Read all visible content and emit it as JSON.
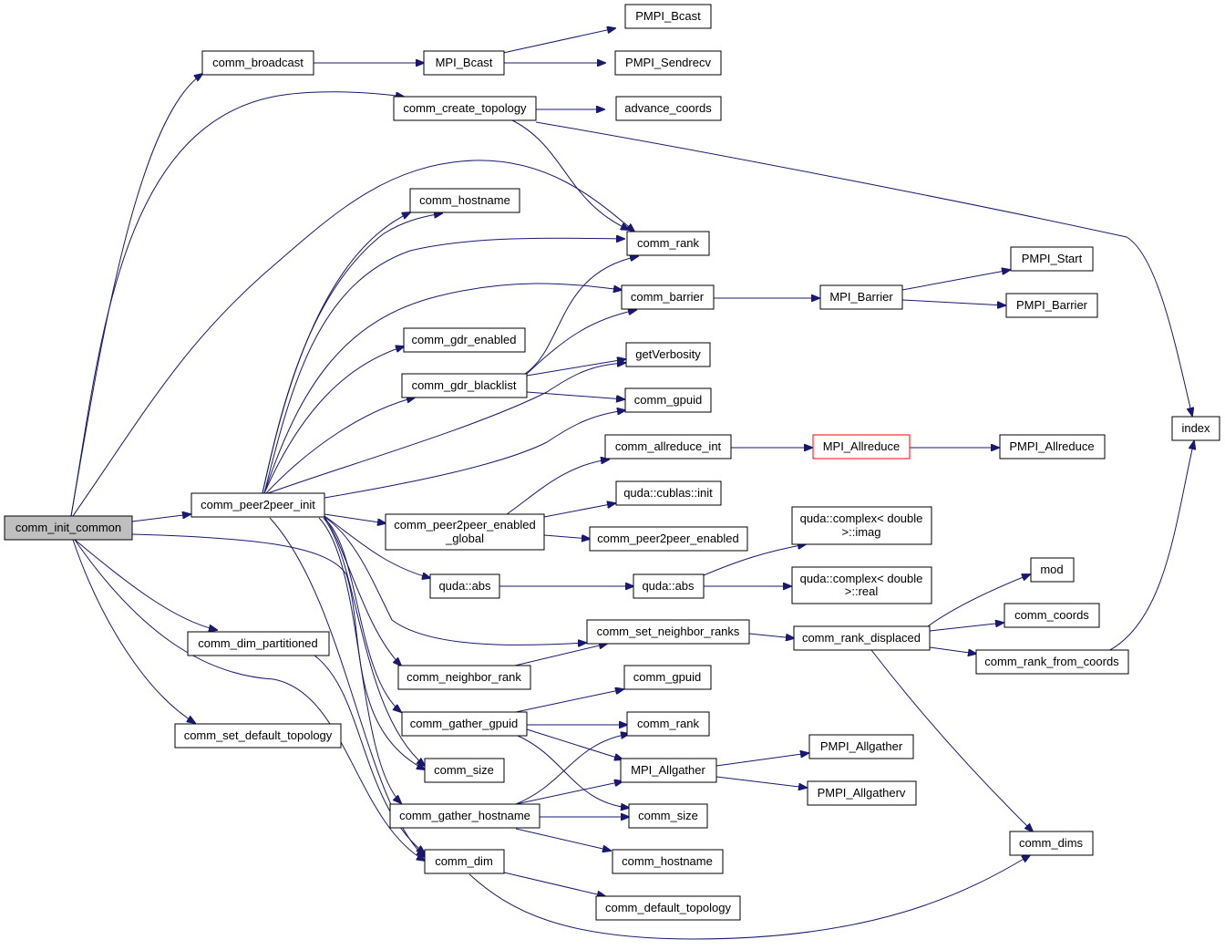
{
  "nodes": {
    "comm_init_common": "comm_init_common",
    "comm_broadcast": "comm_broadcast",
    "MPI_Bcast": "MPI_Bcast",
    "PMPI_Bcast": "PMPI_Bcast",
    "PMPI_Sendrecv": "PMPI_Sendrecv",
    "comm_create_topology": "comm_create_topology",
    "advance_coords": "advance_coords",
    "index": "index",
    "comm_hostname_a": "comm_hostname",
    "comm_rank_a": "comm_rank",
    "comm_barrier": "comm_barrier",
    "MPI_Barrier": "MPI_Barrier",
    "PMPI_Start": "PMPI_Start",
    "PMPI_Barrier": "PMPI_Barrier",
    "comm_gdr_enabled": "comm_gdr_enabled",
    "comm_gdr_blacklist": "comm_gdr_blacklist",
    "getVerbosity": "getVerbosity",
    "comm_gpuid_a": "comm_gpuid",
    "comm_allreduce_int": "comm_allreduce_int",
    "MPI_Allreduce": "MPI_Allreduce",
    "PMPI_Allreduce": "PMPI_Allreduce",
    "comm_peer2peer_init": "comm_peer2peer_init",
    "quda_cublas_init": "quda::cublas::init",
    "comm_peer2peer_enabled_global_1": "comm_peer2peer_enabled",
    "comm_peer2peer_enabled_global_2": "_global",
    "comm_peer2peer_enabled": "comm_peer2peer_enabled",
    "complex_imag_1": "quda::complex< double",
    "complex_imag_2": ">::imag",
    "quda_abs_a": "quda::abs",
    "quda_abs_b": "quda::abs",
    "complex_real_1": "quda::complex< double",
    "complex_real_2": ">::real",
    "mod": "mod",
    "comm_coords": "comm_coords",
    "comm_set_neighbor_ranks": "comm_set_neighbor_ranks",
    "comm_rank_displaced": "comm_rank_displaced",
    "comm_rank_from_coords": "comm_rank_from_coords",
    "comm_dim_partitioned": "comm_dim_partitioned",
    "comm_neighbor_rank": "comm_neighbor_rank",
    "comm_gather_gpuid": "comm_gather_gpuid",
    "comm_gpuid_b": "comm_gpuid",
    "comm_rank_b": "comm_rank",
    "comm_set_default_topology": "comm_set_default_topology",
    "MPI_Allgather": "MPI_Allgather",
    "PMPI_Allgather": "PMPI_Allgather",
    "comm_size_a": "comm_size",
    "PMPI_Allgatherv": "PMPI_Allgatherv",
    "comm_gather_hostname": "comm_gather_hostname",
    "comm_size_b": "comm_size",
    "comm_dims": "comm_dims",
    "comm_hostname_b": "comm_hostname",
    "comm_dim": "comm_dim",
    "comm_default_topology": "comm_default_topology"
  },
  "colors": {
    "edge": "#191970",
    "root_fill": "#bfbfbf",
    "highlight_border": "#ff0000"
  }
}
